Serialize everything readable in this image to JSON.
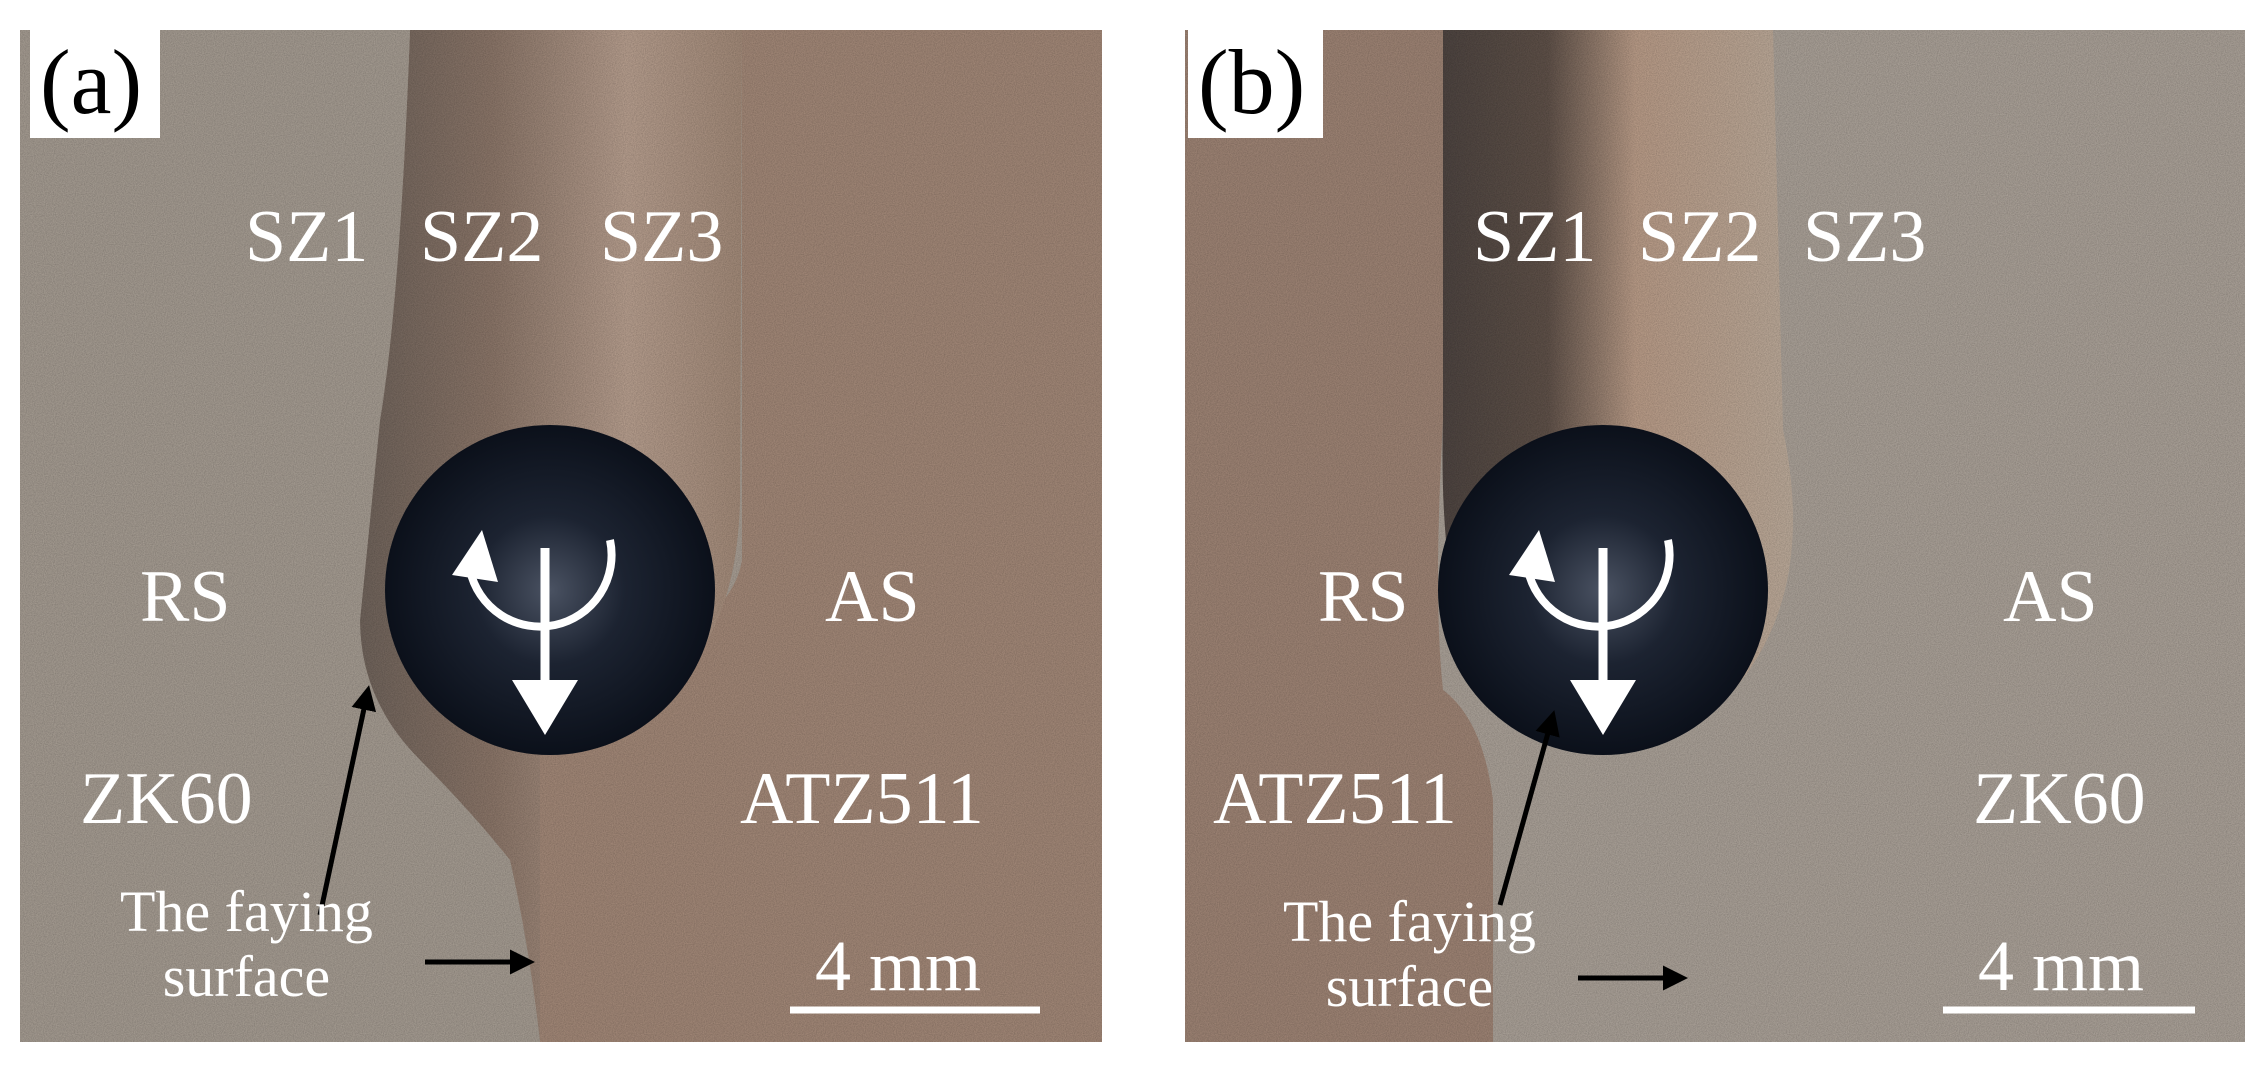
{
  "panels": [
    {
      "tag": "(a)",
      "zones": [
        "SZ1",
        "SZ2",
        "SZ3"
      ],
      "left_side": "RS",
      "right_side": "AS",
      "left_material": "ZK60",
      "right_material": "ATZ511",
      "faying_line1": "The faying",
      "faying_line2": "surface",
      "scale": "4 mm"
    },
    {
      "tag": "(b)",
      "zones": [
        "SZ1",
        "SZ2",
        "SZ3"
      ],
      "left_side": "RS",
      "right_side": "AS",
      "left_material": "ATZ511",
      "right_material": "ZK60",
      "faying_line1": "The faying",
      "faying_line2": "surface",
      "scale": "4 mm"
    }
  ],
  "colors": {
    "zk60": "#a39a90",
    "atz511": "#9e8476",
    "stir_zone_light": "#b8a698",
    "stir_zone_dark": "#6f5f55",
    "hole": "#0f1622",
    "label": "#ffffff",
    "arrow": "#000000"
  }
}
